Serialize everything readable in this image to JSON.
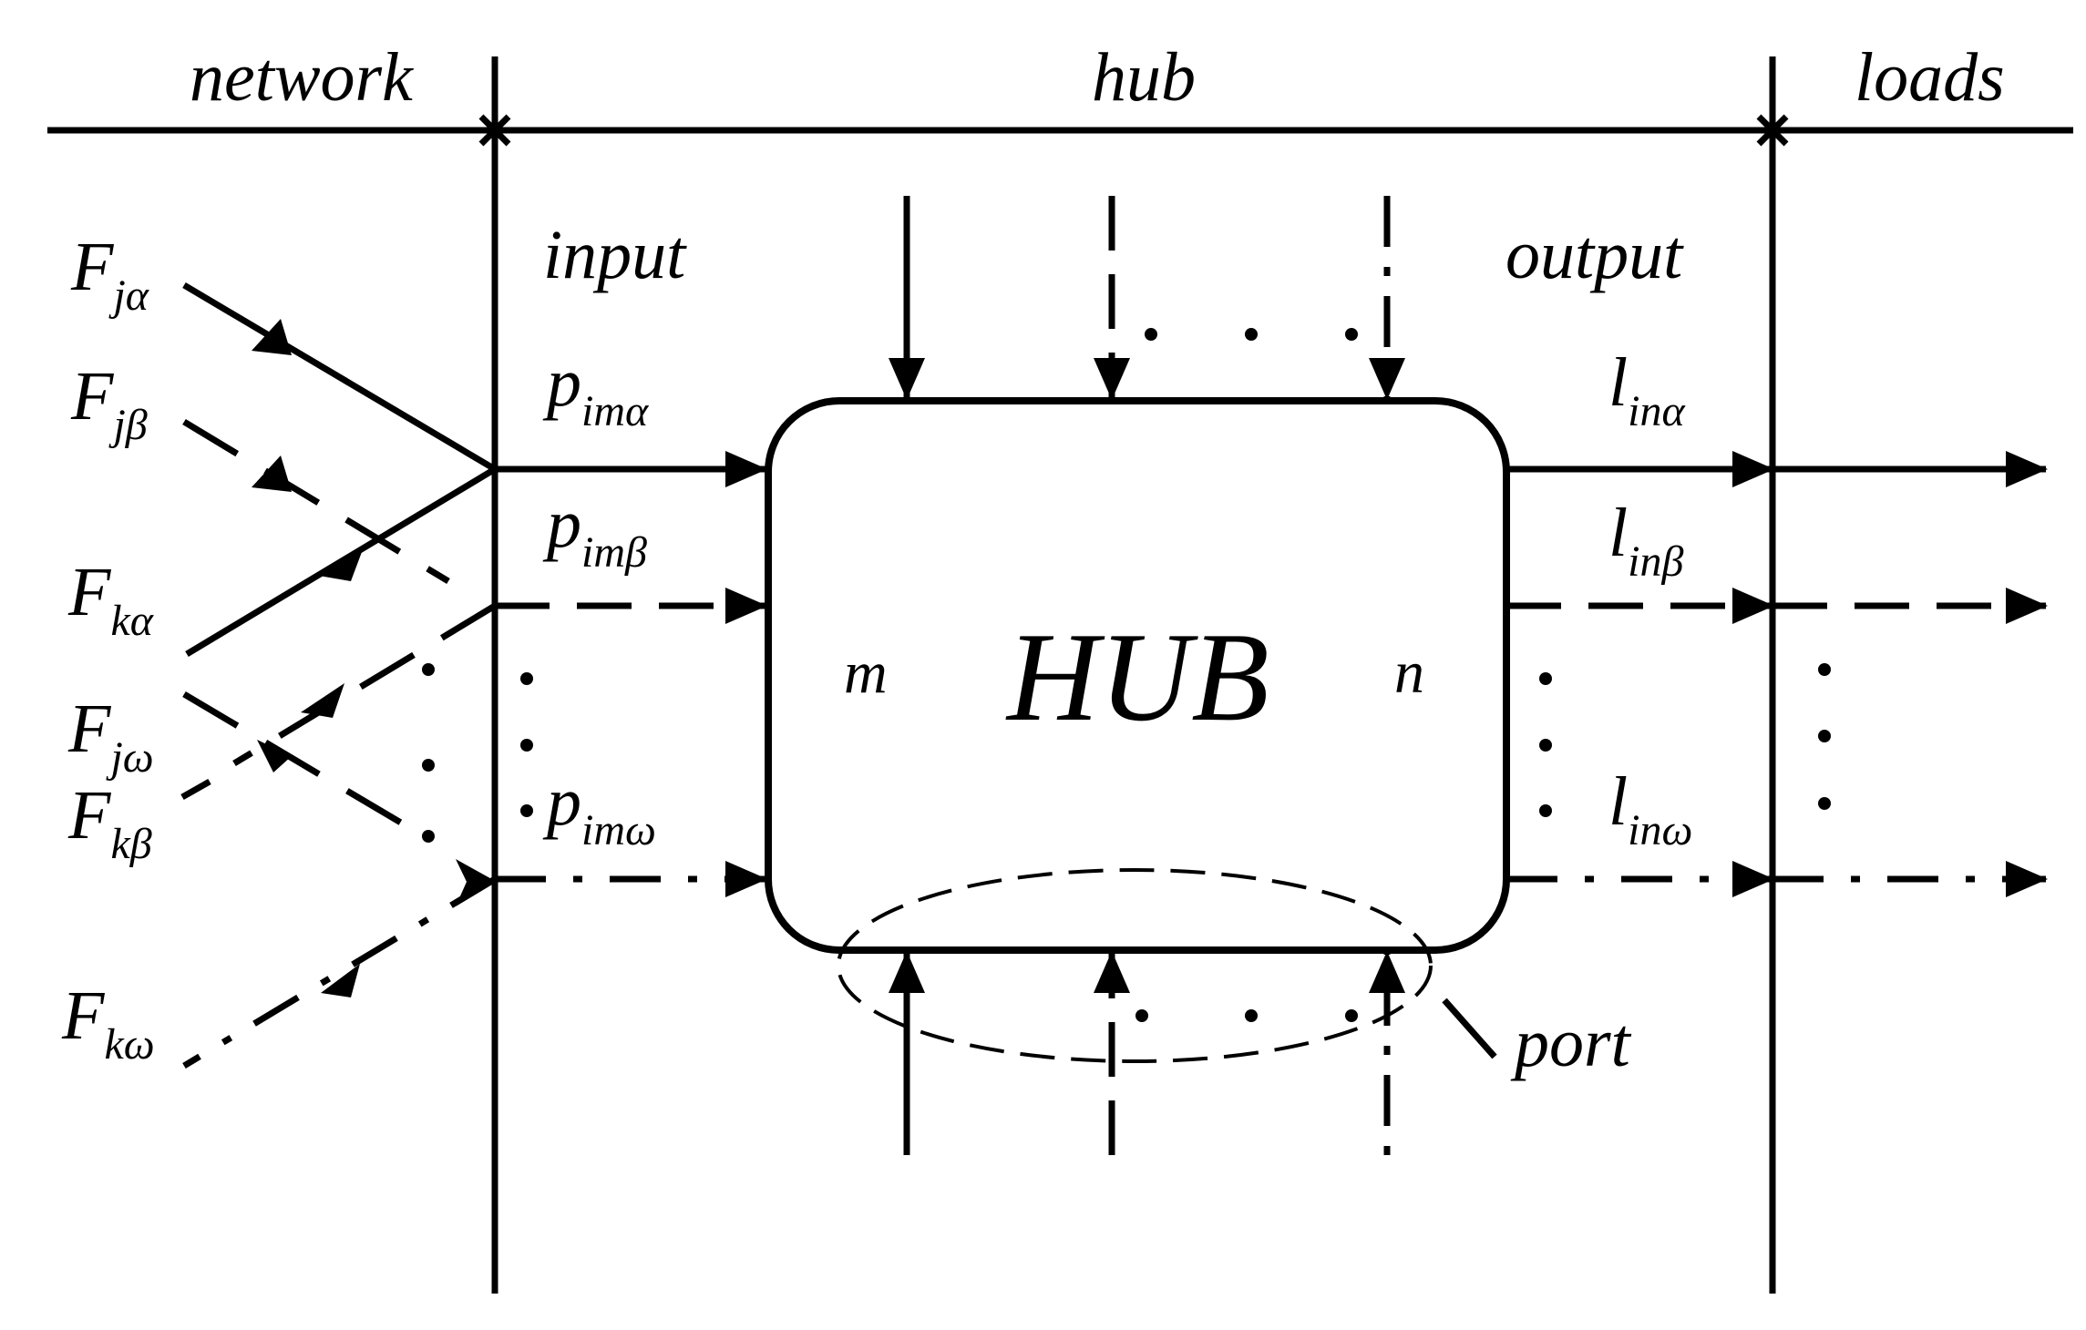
{
  "regions": {
    "network": "network",
    "hub": "hub",
    "loads": "loads"
  },
  "side_labels": {
    "input": "input",
    "output": "output"
  },
  "hub": {
    "name": "HUB",
    "input_count": "m",
    "output_count": "n",
    "port": "port"
  },
  "network_flows": [
    {
      "base": "F",
      "sub": "jα"
    },
    {
      "base": "F",
      "sub": "jβ"
    },
    {
      "base": "F",
      "sub": "kα"
    },
    {
      "base": "F",
      "sub": "jω"
    },
    {
      "base": "F",
      "sub": "kβ"
    },
    {
      "base": "F",
      "sub": "kω"
    }
  ],
  "inputs": [
    {
      "base": "p",
      "sub": "imα"
    },
    {
      "base": "p",
      "sub": "imβ"
    },
    {
      "base": "p",
      "sub": "imω"
    }
  ],
  "outputs": [
    {
      "base": "l",
      "sub": "inα"
    },
    {
      "base": "l",
      "sub": "inβ"
    },
    {
      "base": "l",
      "sub": "inω"
    }
  ]
}
